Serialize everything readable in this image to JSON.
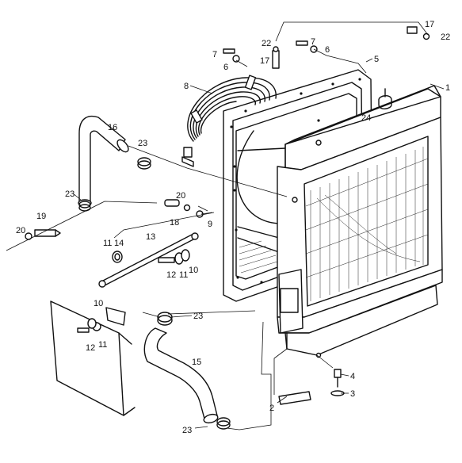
{
  "callouts": [
    {
      "id": "p1",
      "text": "1"
    },
    {
      "id": "p2",
      "text": "2"
    },
    {
      "id": "p3",
      "text": "3"
    },
    {
      "id": "p4",
      "text": "4"
    },
    {
      "id": "p5",
      "text": "5"
    },
    {
      "id": "p6a",
      "text": "6"
    },
    {
      "id": "p6b",
      "text": "6"
    },
    {
      "id": "p7a",
      "text": "7"
    },
    {
      "id": "p7b",
      "text": "7"
    },
    {
      "id": "p8",
      "text": "8"
    },
    {
      "id": "p9",
      "text": "9"
    },
    {
      "id": "p10a",
      "text": "10"
    },
    {
      "id": "p10b",
      "text": "10"
    },
    {
      "id": "p11a",
      "text": "11"
    },
    {
      "id": "p11b",
      "text": "11"
    },
    {
      "id": "p11c",
      "text": "11"
    },
    {
      "id": "p12a",
      "text": "12"
    },
    {
      "id": "p12b",
      "text": "12"
    },
    {
      "id": "p13",
      "text": "13"
    },
    {
      "id": "p14",
      "text": "14"
    },
    {
      "id": "p15",
      "text": "15"
    },
    {
      "id": "p16",
      "text": "16"
    },
    {
      "id": "p17a",
      "text": "17"
    },
    {
      "id": "p17b",
      "text": "17"
    },
    {
      "id": "p18",
      "text": "18"
    },
    {
      "id": "p19",
      "text": "19"
    },
    {
      "id": "p20a",
      "text": "20"
    },
    {
      "id": "p20b",
      "text": "20"
    },
    {
      "id": "p22a",
      "text": "22"
    },
    {
      "id": "p22b",
      "text": "22"
    },
    {
      "id": "p23a",
      "text": "23"
    },
    {
      "id": "p23b",
      "text": "23"
    },
    {
      "id": "p23c",
      "text": "23"
    },
    {
      "id": "p23d",
      "text": "23"
    },
    {
      "id": "p24",
      "text": "24"
    }
  ]
}
